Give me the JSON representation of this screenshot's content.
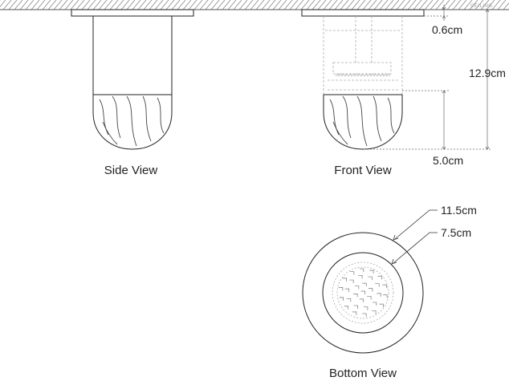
{
  "ceiling_label": "CEILING",
  "views": {
    "side": "Side View",
    "front": "Front View",
    "bottom": "Bottom View"
  },
  "dimensions": {
    "canopy_height": "0.6cm",
    "overall_height": "12.9cm",
    "shade_height": "5.0cm",
    "outer_diameter": "11.5cm",
    "inner_diameter": "7.5cm"
  },
  "colors": {
    "line": "#222222",
    "hidden_line": "#9a9a9a",
    "hatch": "#888888"
  }
}
